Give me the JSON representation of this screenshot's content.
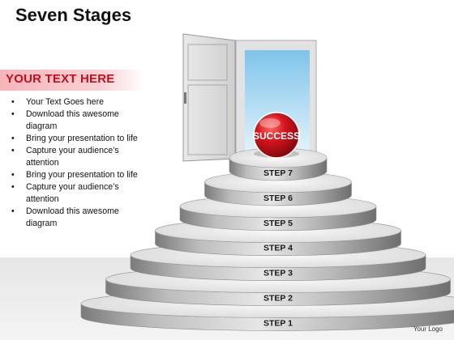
{
  "title": "Seven Stages",
  "banner": "YOUR TEXT HERE",
  "bullets": [
    "Your Text Goes here",
    "Download this awesome diagram",
    "Bring your presentation to life",
    "Capture your audience’s attention",
    "Bring your presentation to life",
    "Capture your audience’s attention",
    "Download this awesome diagram"
  ],
  "steps": [
    "STEP 1",
    "STEP 2",
    "STEP 3",
    "STEP 4",
    "STEP 5",
    "STEP 6",
    "STEP 7"
  ],
  "success_label": "SUCCESS",
  "logo": "Your Logo",
  "colors": {
    "banner_text": "#c0101d",
    "banner_bg": "#f5b5bb",
    "ball": "#d4141c",
    "sky": "#9fd3ef",
    "step_gray": "#9e9e9e"
  }
}
